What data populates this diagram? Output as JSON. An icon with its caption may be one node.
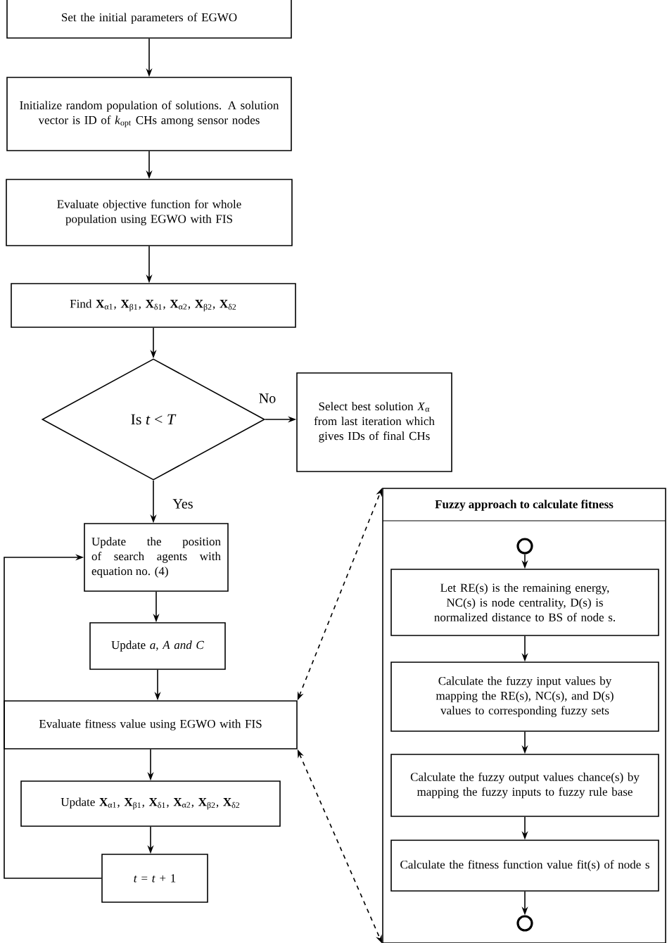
{
  "diagram": {
    "nodes": [
      {
        "text": [
          "Set the initial parameters of EGWO"
        ]
      },
      {
        "text": [
          "Initialize random population of solutions. A solution vector is ID of *k*$_{opt}$ CHs among sensor nodes"
        ]
      },
      {
        "text": [
          "Evaluate objective function for whole population using EGWO with FIS"
        ]
      },
      {
        "text": [
          "Find **X**$_{α1}$, **X**$_{β1}$, **X**$_{δ1}$, **X**$_{α2}$, **X**$_{β2}$, **X**$_{δ2}$"
        ]
      },
      {
        "text": [
          "Is *t* < *T*"
        ]
      },
      {
        "text": [
          "Select best solution *X*$_{α}$ from last iteration which gives IDs of final CHs"
        ]
      },
      {
        "text": [
          "Update the position of search agents with equation no. (4)"
        ]
      },
      {
        "text": [
          "Update *a, A and C*"
        ]
      },
      {
        "text": [
          "Evaluate fitness value using EGWO with FIS"
        ]
      },
      {
        "text": [
          "Update **X**$_{α1}$, **X**$_{β1}$, **X**$_{δ1}$, **X**$_{α2}$, **X**$_{β2}$, **X**$_{δ2}$"
        ]
      },
      {
        "text": [
          "*t* = *t* + 1"
        ]
      },
      {
        "text": [
          "Fuzzy approach to calculate fitness"
        ]
      },
      {
        "text": [],
        "shape": "circle",
        "in": 11
      },
      {
        "text": [
          "Let RE(s) is the remaining energy, NC(s) is node centrality, D(s) is normalized distance to BS of node s."
        ],
        "in": 11
      },
      {
        "text": [
          "Calculate the fuzzy input values by mapping the RE(s), NC(s), and D(s) values to corresponding fuzzy sets"
        ],
        "in": 11
      },
      {
        "text": [
          "Calculate the fuzzy output values chance(s) by mapping the fuzzy inputs to fuzzy rule base"
        ],
        "in": 11
      },
      {
        "text": [
          "Calculate the fitness function value fit(s) of node s"
        ],
        "in": 11
      },
      {
        "text": [],
        "shape": "circle",
        "in": 11
      }
    ],
    "edges": [
      {
        "from": 0,
        "to": 1,
        "arrow": "to"
      },
      {
        "from": 1,
        "to": 2,
        "arrow": "to"
      },
      {
        "from": 2,
        "to": 3,
        "arrow": "to"
      },
      {
        "from": 3,
        "to": 4,
        "arrow": "to"
      },
      {
        "from": 4,
        "to": 5,
        "arrow": "to",
        "label": "No"
      },
      {
        "from": 4,
        "to": 6,
        "arrow": "to",
        "label": "Yes"
      },
      {
        "from": 6,
        "to": 7,
        "arrow": "to"
      },
      {
        "from": 7,
        "to": 8,
        "arrow": "to"
      },
      {
        "from": 8,
        "to": 9,
        "arrow": "to"
      },
      {
        "from": 9,
        "to": 10,
        "arrow": "to"
      },
      {
        "from": 10,
        "to": 6,
        "arrow": "to"
      },
      {
        "from": 8,
        "to": 11,
        "arrow": "both",
        "style": "dashed"
      },
      {
        "from": 8,
        "to": 11,
        "arrow": "both",
        "style": "dashed"
      },
      {
        "from": 12,
        "to": 13,
        "arrow": "to"
      },
      {
        "from": 13,
        "to": 14,
        "arrow": "to"
      },
      {
        "from": 14,
        "to": 15,
        "arrow": "to"
      },
      {
        "from": 15,
        "to": 16,
        "arrow": "to"
      },
      {
        "from": 16,
        "to": 17,
        "arrow": "to"
      }
    ]
  }
}
